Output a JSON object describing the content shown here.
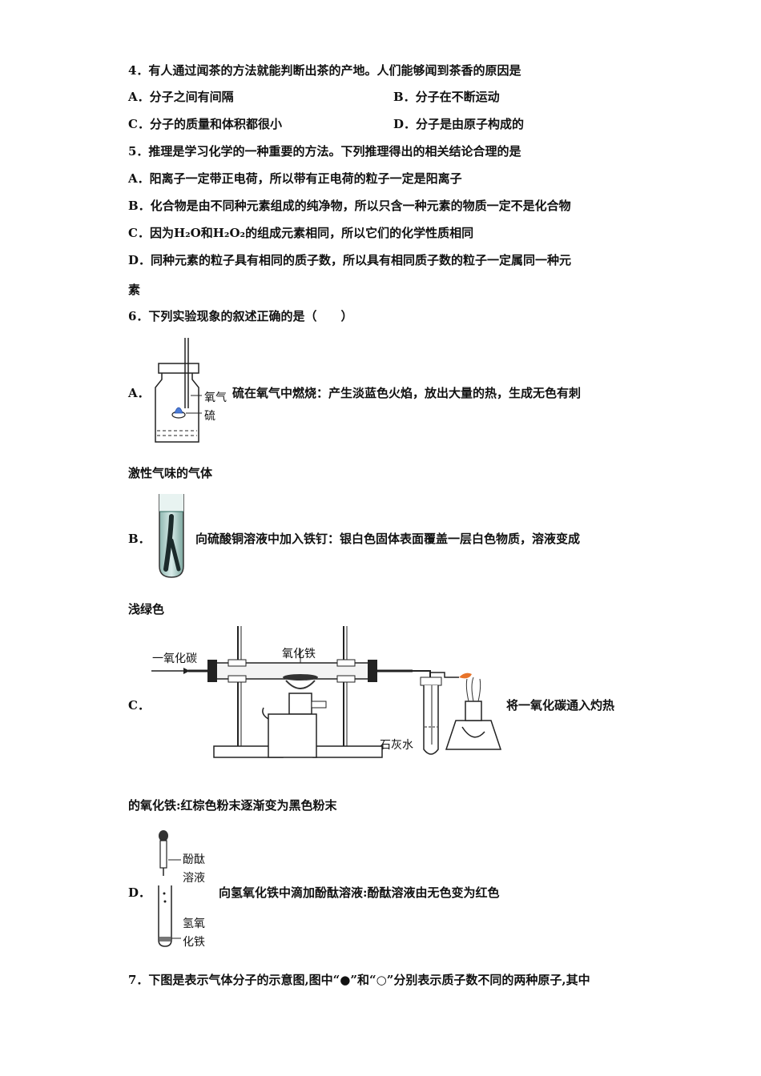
{
  "q4": {
    "stem": "4．有人通过闻茶的方法就能判断出茶的产地。人们能够闻到茶香的原因是",
    "A": "A．分子之间有间隔",
    "B": "B．分子在不断运动",
    "C": "C．分子的质量和体积都很小",
    "D": "D．分子是由原子构成的"
  },
  "q5": {
    "stem": "5．推理是学习化学的一种重要的方法。下列推理得出的相关结论合理的是",
    "A": "A．阳离子一定带正电荷，所以带有正电荷的粒子一定是阳离子",
    "B": "B．化合物是由不同种元素组成的纯净物，所以只含一种元素的物质一定不是化合物",
    "C": "C．因为H₂O和H₂O₂的组成元素相同，所以它们的化学性质相同",
    "D1": "D．同种元素的粒子具有相同的质子数，所以具有相同质子数的粒子一定属同一种元",
    "D2": "素"
  },
  "q6": {
    "stem": "6．下列实验现象的叙述正确的是（　　）",
    "A": {
      "label": "A．",
      "text1": "硫在氧气中燃烧：产生淡蓝色火焰，放出大量的热，生成无色有刺",
      "text2": "激性气味的气体",
      "fig_oxygen": "氧气",
      "fig_sulfur": "硫"
    },
    "B": {
      "label": "B．",
      "text1": "向硫酸铜溶液中加入铁钉：银白色固体表面覆盖一层白色物质，溶液变成",
      "text2": "浅绿色"
    },
    "C": {
      "label": "C．",
      "text1": "将一氧化碳通入灼热",
      "text2": "的氧化铁:红棕色粉末逐渐变为黑色粉末",
      "fig_co": "一氧化碳",
      "fig_fe2o3": "氧化铁",
      "fig_limewater": "石灰水"
    },
    "D": {
      "label": "D．",
      "text1": "向氢氧化铁中滴加酚酞溶液:酚酞溶液由无色变为红色",
      "fig_phenol1": "酚酞",
      "fig_phenol2": "溶液",
      "fig_feoh1": "氢氧",
      "fig_feoh2": "化铁"
    }
  },
  "q7": {
    "stem": "7．下图是表示气体分子的示意图,图中“●”和“○”分别表示质子数不同的两种原子,其中"
  }
}
